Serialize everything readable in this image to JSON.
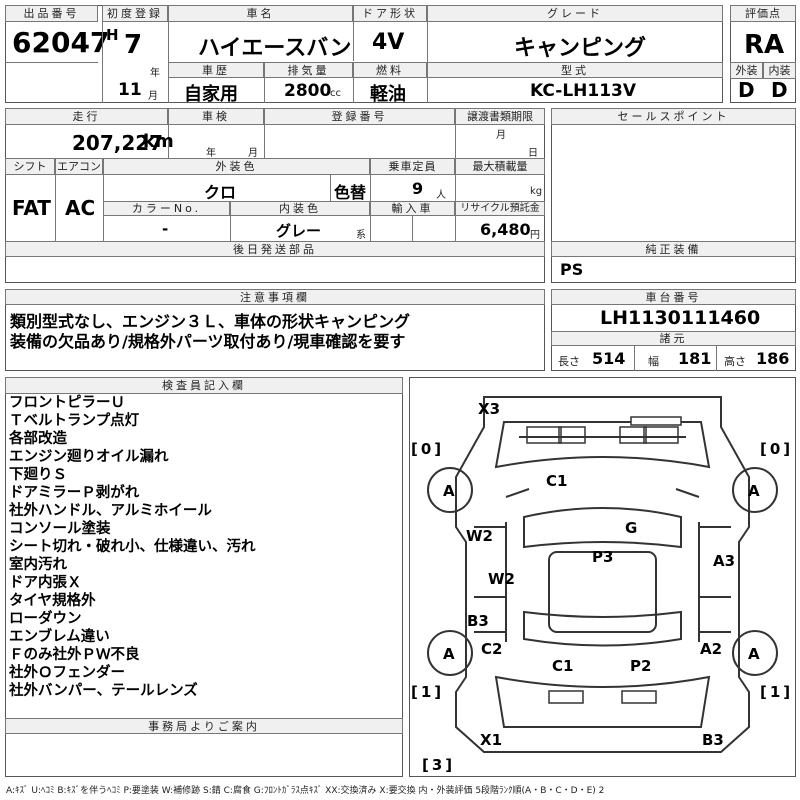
{
  "header": {
    "lot_no_label": "出品番号",
    "lot_no": "62047",
    "first_reg_label": "初度登録",
    "era": "H",
    "year": "7",
    "year_unit": "年",
    "month": "11",
    "month_unit": "月",
    "car_name_label": "車名",
    "car_name": "ハイエースバン",
    "door_label": "ドア形状",
    "door": "4V",
    "grade_label": "グレード",
    "grade": "キャンピング",
    "score_label": "評価点",
    "score": "RA",
    "history_label": "車歴",
    "history": "自家用",
    "displacement_label": "排気量",
    "displacement": "2800",
    "displacement_unit": "cc",
    "fuel_label": "燃料",
    "fuel": "軽油",
    "model_label": "型式",
    "model": "KC-LH113V",
    "exterior_label": "外装",
    "exterior": "D",
    "interior_label": "内装",
    "interior": "D"
  },
  "details": {
    "mileage_label": "走行",
    "mileage": "207,227",
    "mileage_unit": "km",
    "inspection_label": "車検",
    "inspection_year_unit": "年",
    "inspection_month_unit": "月",
    "reg_no_label": "登録番号",
    "transfer_label": "譲渡書類期限",
    "transfer_month_unit": "月",
    "transfer_day_unit": "日",
    "shift_label": "シフト",
    "shift": "FAT",
    "aircon_label": "エアコン",
    "aircon": "AC",
    "ext_color_label": "外装色",
    "ext_color": "クロ",
    "color_change": "色替",
    "capacity_label": "乗車定員",
    "capacity": "9",
    "capacity_unit": "人",
    "max_load_label": "最大積載量",
    "max_load_unit": "kg",
    "color_no_label": "カラーNo.",
    "color_no": "-",
    "int_color_label": "内装色",
    "int_color": "グレー",
    "int_color_unit": "系",
    "import_label": "輸入車",
    "recycle_label": "リサイクル預託金",
    "recycle": "6,480",
    "recycle_unit": "円",
    "later_parts_label": "後日発送部品"
  },
  "sales_point": {
    "label": "セールスポイント"
  },
  "genuine": {
    "label": "純正装備",
    "value": "PS"
  },
  "notes": {
    "label": "注意事項欄",
    "lines": [
      "類別型式なし、エンジン３Ｌ、車体の形状キャンピング",
      "装備の欠品あり/規格外パーツ取付あり/現車確認を要す"
    ]
  },
  "chassis": {
    "label": "車台番号",
    "value": "LH1130111460",
    "spec_label": "諸元",
    "length_label": "長さ",
    "length": "514",
    "width_label": "幅",
    "width": "181",
    "height_label": "高さ",
    "height": "186"
  },
  "inspector": {
    "label": "検査員記入欄",
    "items": [
      "フロントピラーＵ",
      "Ｔベルトランプ点灯",
      "各部改造",
      "エンジン廻りオイル漏れ",
      "下廻りＳ",
      "ドアミラーＰ剥がれ",
      "社外ハンドル、アルミホイール",
      "コンソール塗装",
      "シート切れ・破れ小、仕様違い、汚れ",
      "室内汚れ",
      "ドア内張Ｘ",
      "タイヤ規格外",
      "ローダウン",
      "エンブレム違い",
      "Ｆのみ社外ＰＷ不良",
      "社外Ｏフェンダー",
      "社外バンパー、テールレンズ"
    ]
  },
  "office": {
    "label": "事務局よりご案内"
  },
  "diagram": {
    "marks": {
      "x3": "X3",
      "c1_top": "C1",
      "g": "G",
      "w2_left": "W2",
      "w2_mid": "W2",
      "p3": "P3",
      "a3": "A3",
      "b3_left": "B3",
      "c2": "C2",
      "a2": "A2",
      "c1_bottom": "C1",
      "p2": "P2",
      "x1": "X1",
      "b3_bottom": "B3",
      "tire_fl": "A",
      "tire_fr": "A",
      "tire_rl": "A",
      "tire_rr": "A"
    },
    "brackets": {
      "top_left": "[0]",
      "top_right": "[0]",
      "bottom_left": "[1]",
      "bottom_right": "[1]",
      "bottom_center": "[3]"
    }
  },
  "legend": "A:ｷｽﾞ U:ﾍｺﾐ B:ｷｽﾞを伴うﾍｺﾐ P:要塗装 W:補修跡 S:錆 C:腐食 G:ﾌﾛﾝﾄｶﾞﾗｽ点ｷｽﾞ XX:交換済み X:要交換 内・外装評価 5段階ﾗﾝｸ順(A・B・C・D・E) 2"
}
